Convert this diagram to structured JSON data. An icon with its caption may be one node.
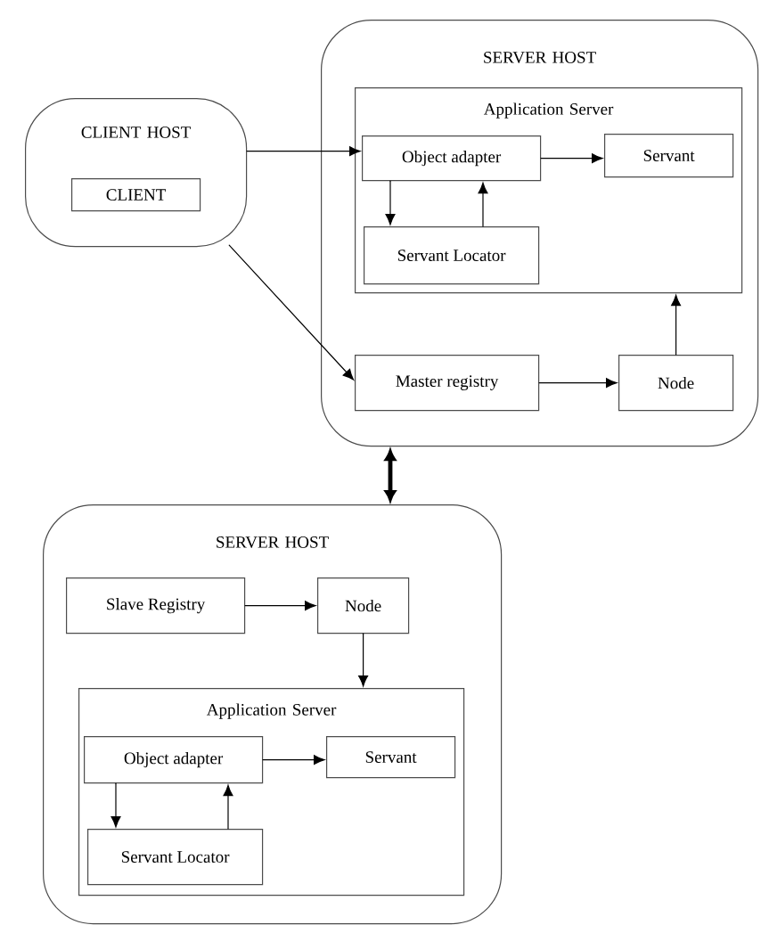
{
  "diagram": {
    "nodes": [
      {
        "text": [
          "CLIENT HOST"
        ]
      },
      {
        "text": [
          "CLIENT"
        ],
        "in": 0
      },
      {
        "text": [
          "SERVER HOST"
        ]
      },
      {
        "text": [
          "Application Server"
        ],
        "in": 2
      },
      {
        "text": [
          "Object adapter"
        ],
        "in": 3
      },
      {
        "text": [
          "Servant"
        ],
        "in": 3
      },
      {
        "text": [
          "Servant Locator"
        ],
        "in": 3
      },
      {
        "text": [
          "Master registry"
        ],
        "in": 2
      },
      {
        "text": [
          "Node"
        ],
        "in": 2
      },
      {
        "text": [
          "SERVER HOST"
        ]
      },
      {
        "text": [
          "Slave Registry"
        ],
        "in": 9
      },
      {
        "text": [
          "Node"
        ],
        "in": 9
      },
      {
        "text": [
          "Application Server"
        ],
        "in": 9
      },
      {
        "text": [
          "Object adapter"
        ],
        "in": 12
      },
      {
        "text": [
          "Servant"
        ],
        "in": 12
      },
      {
        "text": [
          "Servant Locator"
        ],
        "in": 12
      }
    ],
    "edges": [
      {
        "from": 0,
        "to": 4,
        "arrow": "to"
      },
      {
        "from": 0,
        "to": 7,
        "arrow": "to"
      },
      {
        "from": 4,
        "to": 5,
        "arrow": "to"
      },
      {
        "from": 4,
        "to": 6,
        "arrow": "to"
      },
      {
        "from": 6,
        "to": 4,
        "arrow": "to"
      },
      {
        "from": 7,
        "to": 8,
        "arrow": "to"
      },
      {
        "from": 8,
        "to": 3,
        "arrow": "to"
      },
      {
        "from": 2,
        "to": 9,
        "arrow": "both",
        "style": "thick"
      },
      {
        "from": 10,
        "to": 11,
        "arrow": "to"
      },
      {
        "from": 11,
        "to": 12,
        "arrow": "to"
      },
      {
        "from": 13,
        "to": 14,
        "arrow": "to"
      },
      {
        "from": 13,
        "to": 15,
        "arrow": "to"
      },
      {
        "from": 15,
        "to": 13,
        "arrow": "to"
      }
    ]
  }
}
